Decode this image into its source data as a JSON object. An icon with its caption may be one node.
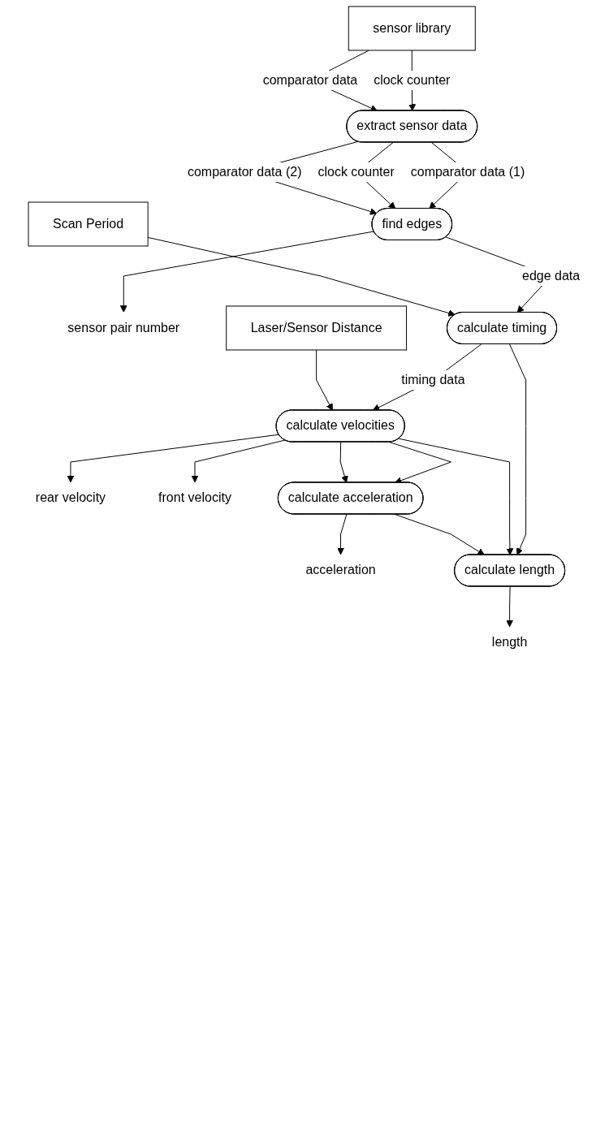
{
  "diagram": {
    "nodes": [
      {
        "text": [
          "sensor library"
        ]
      },
      {
        "text": [
          "extract sensor data"
        ]
      },
      {
        "text": [
          "find edges"
        ]
      },
      {
        "text": [
          "sensor pair number"
        ]
      },
      {
        "text": [
          "Scan Period"
        ]
      },
      {
        "text": [
          "calculate timing"
        ]
      },
      {
        "text": [
          "Laser/Sensor Distance"
        ]
      },
      {
        "text": [
          "calculate velocities"
        ]
      },
      {
        "text": [
          "rear velocity"
        ]
      },
      {
        "text": [
          "front velocity"
        ]
      },
      {
        "text": [
          "calculate acceleration"
        ]
      },
      {
        "text": [
          "acceleration"
        ]
      },
      {
        "text": [
          "calculate length"
        ]
      },
      {
        "text": [
          "length"
        ]
      }
    ],
    "edges": [
      {
        "from": 0,
        "to": 1,
        "arrow": "to",
        "label": "clock counter"
      },
      {
        "from": 0,
        "to": 1,
        "arrow": "to",
        "label": "comparator data"
      },
      {
        "from": 1,
        "to": 2,
        "arrow": "to",
        "label": "comparator data (1)"
      },
      {
        "from": 1,
        "to": 2,
        "arrow": "to",
        "label": "clock counter"
      },
      {
        "from": 1,
        "to": 2,
        "arrow": "to",
        "label": "comparator data (2)"
      },
      {
        "from": 2,
        "to": 3,
        "arrow": "to"
      },
      {
        "from": 2,
        "to": 5,
        "arrow": "to",
        "label": "edge data"
      },
      {
        "from": 4,
        "to": 5,
        "arrow": "to"
      },
      {
        "from": 5,
        "to": 7,
        "arrow": "to",
        "label": "timing data"
      },
      {
        "from": 5,
        "to": 12,
        "arrow": "to"
      },
      {
        "from": 6,
        "to": 7,
        "arrow": "to"
      },
      {
        "from": 7,
        "to": 8,
        "arrow": "to"
      },
      {
        "from": 7,
        "to": 9,
        "arrow": "to"
      },
      {
        "from": 7,
        "to": 10,
        "arrow": "to"
      },
      {
        "from": 7,
        "to": 12,
        "arrow": "to"
      },
      {
        "from": 7,
        "to": 10,
        "arrow": "to"
      },
      {
        "from": 10,
        "to": 11,
        "arrow": "to"
      },
      {
        "from": 10,
        "to": 12,
        "arrow": "to"
      },
      {
        "from": 12,
        "to": 13,
        "arrow": "to"
      }
    ]
  }
}
